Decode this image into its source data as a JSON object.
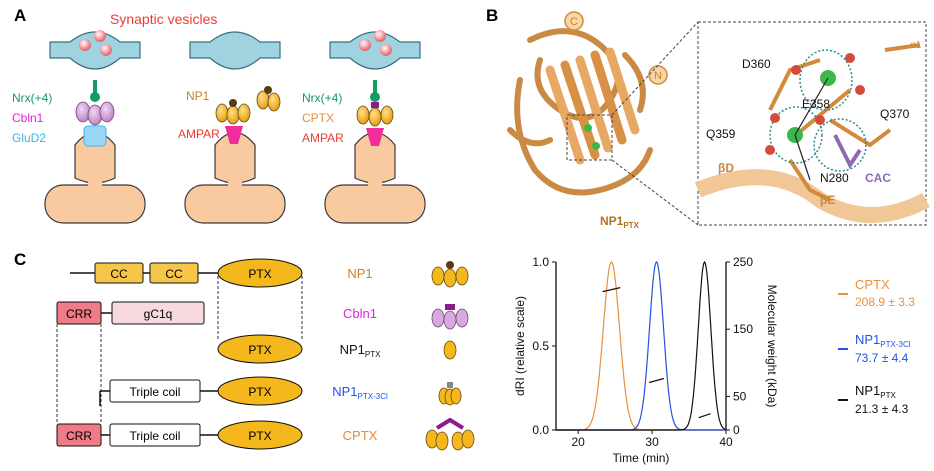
{
  "panels": {
    "a": {
      "letter": "A",
      "title": "Synaptic vesicles",
      "left_labels": [
        "Nrx(+4)",
        "Cbln1",
        "GluD2"
      ],
      "middle_labels": [
        "NP1",
        "AMPAR"
      ],
      "right_labels": [
        "Nrx(+4)",
        "CPTX",
        "AMPAR"
      ],
      "colors": {
        "title": "#ee3b2f",
        "nrx": "#129b62",
        "cbln1": "#e81ddc",
        "glud2": "#38b6e8",
        "np1": "#d07f26",
        "ampar": "#ee3b2f",
        "cptx": "#e58b3b",
        "terminal": "#9fd3e0",
        "spine": "#f9c9a0"
      }
    },
    "b": {
      "letter": "B",
      "protein_label": "NP1",
      "protein_sub": "PTX",
      "terminus_c": "C",
      "terminus_n": "N",
      "residues": [
        "D360",
        "E358",
        "Q370",
        "Q359",
        "N280"
      ],
      "strands": [
        "βD",
        "βE"
      ],
      "ligand": "CAC",
      "helix": "α1"
    },
    "c": {
      "letter": "C",
      "domains": {
        "cc": "CC",
        "ptx": "PTX",
        "crr": "CRR",
        "gc1q": "gC1q",
        "triple": "Triple coil"
      },
      "constructs": [
        {
          "name": "NP1",
          "sub": "",
          "color": "#d07f26"
        },
        {
          "name": "Cbln1",
          "sub": "",
          "color": "#e81ddc"
        },
        {
          "name": "NP1",
          "sub": "PTX",
          "color": "#111111"
        },
        {
          "name": "NP1",
          "sub": "PTX-3Cl",
          "color": "#2251e8"
        },
        {
          "name": "CPTX",
          "sub": "",
          "color": "#e58b3b"
        }
      ],
      "legend": [
        {
          "name": "CPTX",
          "sub": "",
          "value": "208.9 ± 3.3",
          "color": "#e8913f"
        },
        {
          "name": "NP1",
          "sub": "PTX-3Cl",
          "value": "73.7 ± 4.4",
          "color": "#2251e8"
        },
        {
          "name": "NP1",
          "sub": "PTX",
          "value": "21.3 ± 4.3",
          "color": "#111111"
        }
      ]
    }
  },
  "chart_data": {
    "type": "line",
    "xlabel": "Time (min)",
    "ylabel": "dRI (relative scale)",
    "y2label": "Molecular weight (kDa)",
    "xlim": [
      17,
      40
    ],
    "ylim": [
      0,
      1.0
    ],
    "y2lim": [
      0,
      250
    ],
    "xticks": [
      20,
      30,
      40
    ],
    "yticks": [
      0.0,
      0.5,
      1.0
    ],
    "y2ticks": [
      0,
      50,
      150,
      250
    ],
    "series": [
      {
        "name": "CPTX",
        "color": "#e8913f",
        "peak": 24.5,
        "sigma": 1.1,
        "height": 1.0,
        "mw": 208.9,
        "mw_range": [
          23.3,
          25.7
        ]
      },
      {
        "name": "NP1PTX-3Cl",
        "color": "#2251e8",
        "peak": 30.6,
        "sigma": 0.95,
        "height": 1.0,
        "mw": 73.7,
        "mw_range": [
          29.6,
          31.6
        ]
      },
      {
        "name": "NP1PTX",
        "color": "#111111",
        "peak": 37.1,
        "sigma": 0.85,
        "height": 1.0,
        "mw": 21.3,
        "mw_range": [
          36.3,
          37.9
        ]
      }
    ]
  }
}
